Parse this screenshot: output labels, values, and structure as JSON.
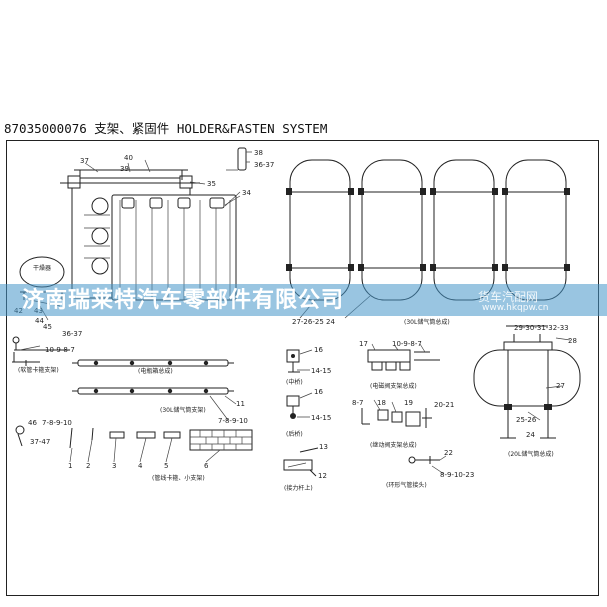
{
  "title": "87035000076 支架、紧固件    HOLDER&FASTEN SYSTEM",
  "watermark": {
    "company": "济南瑞莱特汽车零部件有限公司",
    "site_name": "货车汽配网",
    "url": "www.hkqpw.cn"
  },
  "callouts": {
    "n37": "37",
    "n40": "40",
    "n39": "39",
    "n35": "35",
    "n34": "34",
    "n38": "38",
    "n36_37a": "36-37",
    "n44": "44",
    "n45": "45",
    "n42": "42",
    "n43": "43",
    "n36_37b": "36-37",
    "n10_9_8_7a": "10-9-8-7",
    "n27_26_25_24": "27-26-25  24",
    "n29_33": "29-30-31-32-33",
    "n28": "28",
    "n27b": "27",
    "n25_26": "25-26",
    "n24b": "24",
    "n11": "11",
    "n7_8_9_10a": "7-8-9-10",
    "n46": "46",
    "n7_8_9_10b": "7-8-9-10",
    "n37_47": "37-47",
    "p1": "1",
    "p2": "2",
    "p3": "3",
    "p4": "4",
    "p5": "5",
    "p6": "6",
    "n16a": "16",
    "n14_15a": "14-15",
    "n16b": "16",
    "n14_15b": "14-15",
    "n13": "13",
    "n12": "12",
    "n17": "17",
    "n10_9_8_7b": "10-9-8-7",
    "n8_7": "8-7",
    "n18": "18",
    "n19": "19",
    "n20_21": "20-21",
    "n22": "22",
    "n8_9_10_23": "8-9-10-23"
  },
  "captions": {
    "dryer_tag": "干燥器",
    "hose_clamp": "(软管卡箍支架)",
    "battery_box": "(电瓶箱总成)",
    "tank30_bracket": "(30L储气筒支架)",
    "clamp_bracket": "(管线卡箍、小支架)",
    "mid_axle": "(中桥)",
    "rear_axle": "(后桥)",
    "catch_clamp": "(接力杆上)",
    "solenoid_bracket": "(电磁阀支架总成)",
    "relay_bracket": "(继动阀支架总成)",
    "ring_joint": "(环形气管接头)",
    "tank30_set": "(30L储气筒总成)",
    "tank20_set": "(20L储气筒总成)"
  }
}
